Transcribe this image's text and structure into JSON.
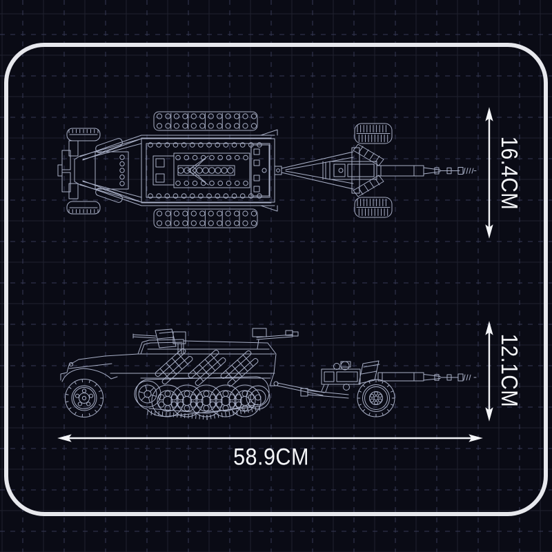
{
  "diagram": {
    "kind": "product-dimension-blueprint",
    "subject": "brick-built half-track vehicle towing a field gun, top view and side view",
    "dimensions": {
      "top_height": {
        "label": "16.4CM",
        "orientation": "vertical"
      },
      "side_height": {
        "label": "12.1CM",
        "orientation": "vertical"
      },
      "length": {
        "label": "58.9CM",
        "orientation": "horizontal"
      }
    }
  },
  "theme": {
    "background": "#0a0b15",
    "grid_solid": "#20222f",
    "grid_dashed": "#363a55",
    "frame": "#e7e8ed",
    "line": "#a9b0c7",
    "line_bright": "#ccd2e2",
    "text": "#f4f5f8"
  }
}
